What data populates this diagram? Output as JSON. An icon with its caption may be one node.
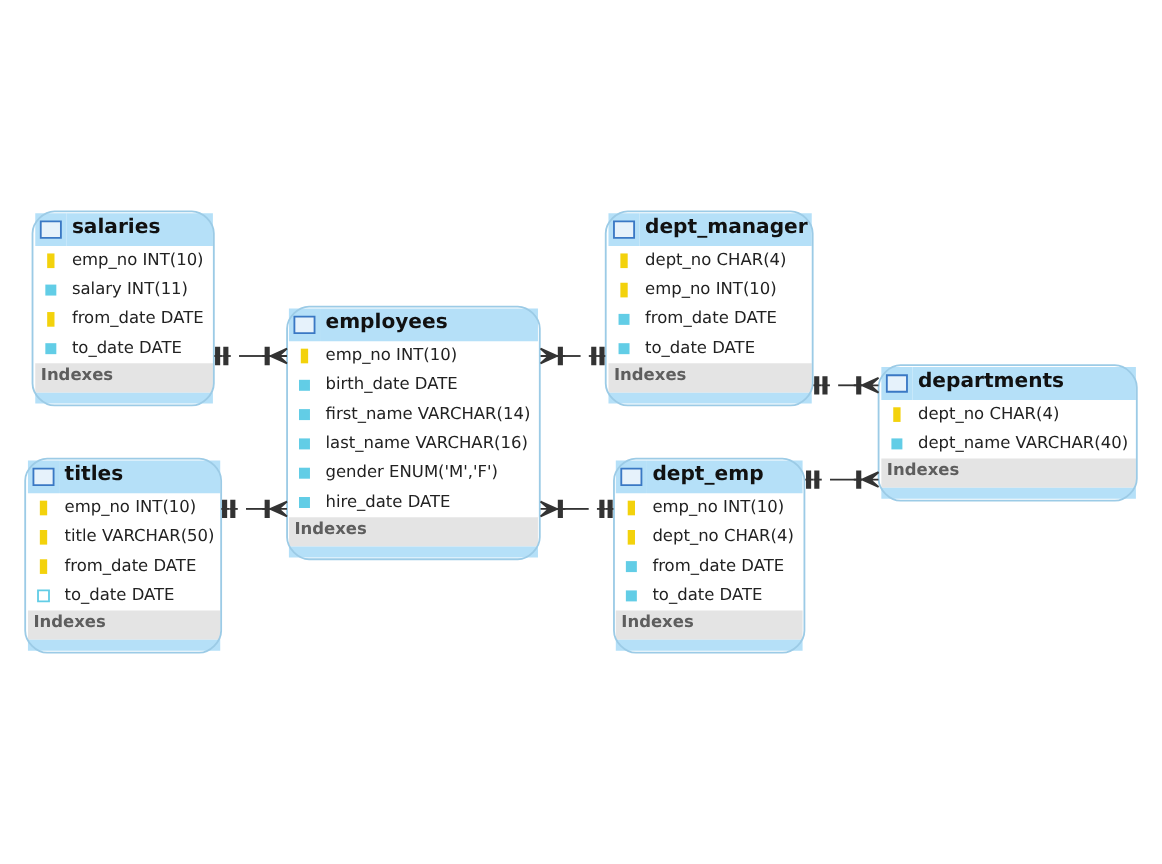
{
  "diagram": {
    "nodes": [
      {
        "text": [
          "salaries",
          "emp_no INT(10)",
          "salary INT(11)",
          "from_date DATE",
          "to_date DATE",
          "Indexes"
        ]
      },
      {
        "text": [
          "titles",
          "emp_no INT(10)",
          "title VARCHAR(50)",
          "from_date DATE",
          "to_date DATE",
          "Indexes"
        ]
      },
      {
        "text": [
          "employees",
          "emp_no INT(10)",
          "birth_date DATE",
          "first_name VARCHAR(14)",
          "last_name VARCHAR(16)",
          "gender ENUM('M','F')",
          "hire_date DATE",
          "Indexes"
        ]
      },
      {
        "text": [
          "dept_manager",
          "dept_no CHAR(4)",
          "emp_no INT(10)",
          "from_date DATE",
          "to_date DATE",
          "Indexes"
        ]
      },
      {
        "text": [
          "dept_emp",
          "emp_no INT(10)",
          "dept_no CHAR(4)",
          "from_date DATE",
          "to_date DATE",
          "Indexes"
        ]
      },
      {
        "text": [
          "departments",
          "dept_no CHAR(4)",
          "dept_name VARCHAR(40)",
          "Indexes"
        ]
      }
    ],
    "edges": [
      {
        "from": 2,
        "to": 0,
        "arrow": "other"
      },
      {
        "from": 2,
        "to": 1,
        "arrow": "other"
      },
      {
        "from": 2,
        "to": 3,
        "arrow": "other"
      },
      {
        "from": 5,
        "to": 3,
        "arrow": "other"
      },
      {
        "from": 2,
        "to": 4,
        "arrow": "other"
      },
      {
        "from": 5,
        "to": 4,
        "arrow": "other"
      }
    ]
  }
}
